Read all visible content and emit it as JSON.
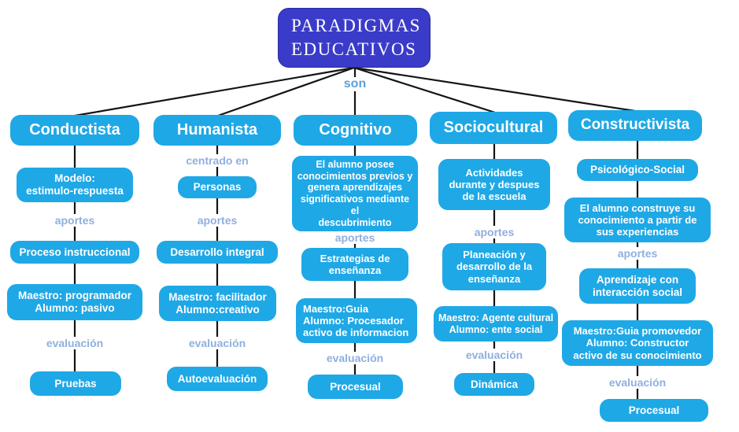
{
  "map": {
    "root": {
      "label": "PARADIGMAS\nEDUCATIVOS",
      "link_label": "son"
    },
    "columns": [
      {
        "id": "conductista",
        "header": "Conductista",
        "connectors": [
          "aportes",
          "evaluación"
        ],
        "nodes": [
          "Modelo:\nestimulo-respuesta",
          "Proceso instruccional",
          "Maestro: programador\nAlumno: pasivo",
          "Pruebas"
        ]
      },
      {
        "id": "humanista",
        "header": "Humanista",
        "connectors": [
          "centrado en",
          "aportes",
          "evaluación"
        ],
        "nodes": [
          "Personas",
          "Desarrollo integral",
          "Maestro: facilitador\nAlumno:creativo",
          "Autoevaluación"
        ]
      },
      {
        "id": "cognitivo",
        "header": "Cognitivo",
        "connectors": [
          "aportes",
          "evaluación"
        ],
        "nodes": [
          "El alumno posee\nconocimientos previos y\ngenera aprendizajes\nsignificativos mediante el\ndescubrimiento",
          "Estrategias de\nenseñanza",
          "Maestro:Guia\nAlumno: Procesador\nactivo de informacion",
          "Procesual"
        ]
      },
      {
        "id": "sociocultural",
        "header": "Sociocultural",
        "connectors": [
          "aportes",
          "evaluación"
        ],
        "nodes": [
          "Actividades\ndurante y despues\nde la escuela",
          "Planeación y\ndesarrollo de la\nenseñanza",
          "Maestro: Agente cultural\nAlumno: ente social",
          "Dinámica"
        ]
      },
      {
        "id": "constructivista",
        "header": "Constructivista",
        "connectors": [
          "aportes",
          "evaluación"
        ],
        "nodes": [
          "Psicológico-Social",
          "El alumno construye su\nconocimiento a partir de\nsus experiencias",
          "Aprendizaje con\ninteracción social",
          "Maestro:Guia promovedor\nAlumno: Constructor\nactivo de su conocimiento",
          "Procesual"
        ]
      }
    ]
  },
  "colors": {
    "root_fill": "#3b3bc9",
    "node_fill": "#1fa8e6",
    "node_text": "#ffffff",
    "connector_text": "#8fafe0",
    "son_text": "#5b9fd8",
    "line": "#141414"
  }
}
